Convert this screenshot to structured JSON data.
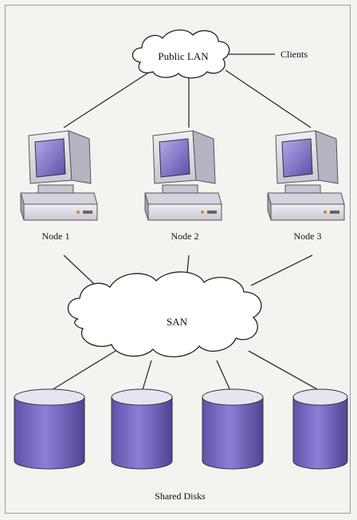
{
  "labels": {
    "public_lan": "Public LAN",
    "clients": "Clients",
    "node1": "Node 1",
    "node2": "Node 2",
    "node3": "Node 3",
    "san": "SAN",
    "shared_disks": "Shared Disks"
  },
  "colors": {
    "accent": "#7a6cc9",
    "screen": "#8f7fd6",
    "disk": "#7c6ec6",
    "case": "#e4e2ea",
    "line": "#333333"
  }
}
